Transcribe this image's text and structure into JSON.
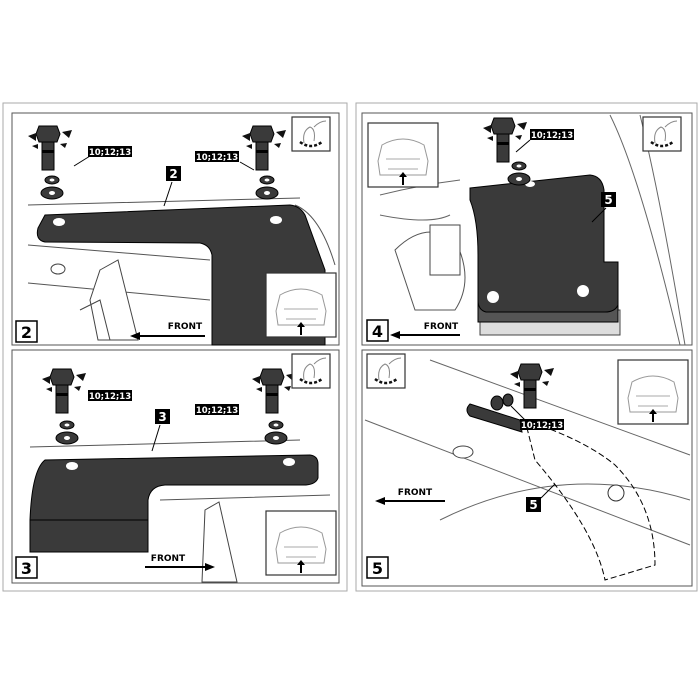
{
  "steps": [
    {
      "number": "2",
      "part_callout": "2",
      "size_label_left": "10;12;13",
      "size_label_right": "10;12;13",
      "direction_label": "FRONT"
    },
    {
      "number": "3",
      "part_callout": "3",
      "size_label_left": "10;12;13",
      "size_label_right": "10;12;13",
      "direction_label": "FRONT"
    },
    {
      "number": "4",
      "part_callout": "5",
      "size_label": "10;12;13"
    },
    {
      "number": "5",
      "part_callout": "5",
      "size_label": "10;12;13",
      "direction_label": "FRONT"
    }
  ],
  "colors": {
    "plate": "#3a3a3a",
    "frame": "#555555",
    "outer_frame": "#aaaaaa"
  }
}
